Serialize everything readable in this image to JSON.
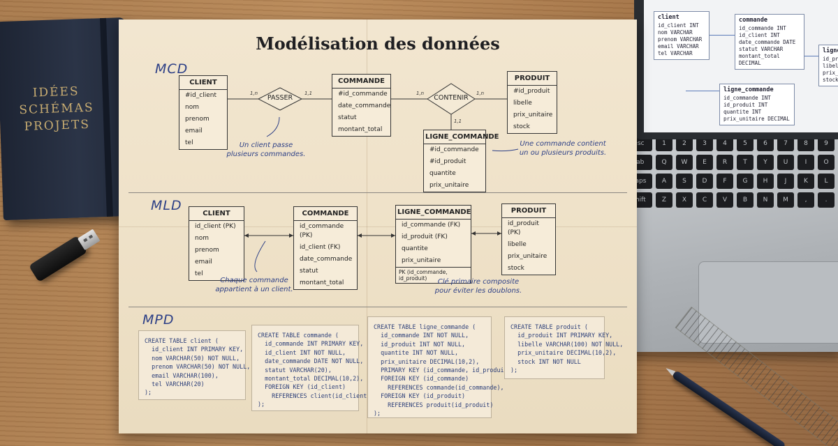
{
  "notebook": {
    "title_lines": [
      "IDÉES",
      "SCHÉMAS",
      "PROJETS"
    ]
  },
  "sheet": {
    "title": "Modélisation des données",
    "sections": {
      "mcd": "MCD",
      "mld": "MLD",
      "mpd": "MPD"
    }
  },
  "mcd": {
    "client": {
      "name": "CLIENT",
      "fields": [
        "#id_client",
        "nom",
        "prenom",
        "email",
        "tel"
      ]
    },
    "commande": {
      "name": "COMMANDE",
      "fields": [
        "#id_commande",
        "date_commande",
        "statut",
        "montant_total"
      ]
    },
    "produit": {
      "name": "PRODUIT",
      "fields": [
        "#id_produit",
        "libelle",
        "prix_unitaire",
        "stock"
      ]
    },
    "ligne": {
      "name": "LIGNE_COMMANDE",
      "fields": [
        "#id_commande",
        "#id_produit",
        "quantite",
        "prix_unitaire"
      ]
    },
    "passer": "PASSER",
    "contenir": "CONTENIR",
    "cards": {
      "c1": "1,n",
      "c2": "1,1",
      "c3": "1,n",
      "c4": "1,n",
      "c5": "1,1"
    },
    "note1": [
      "Un client passe",
      "plusieurs commandes."
    ],
    "note2": [
      "Une commande contient",
      "un ou plusieurs produits."
    ]
  },
  "mld": {
    "client": {
      "name": "CLIENT",
      "fields": [
        "id_client (PK)",
        "nom",
        "prenom",
        "email",
        "tel"
      ]
    },
    "commande": {
      "name": "COMMANDE",
      "fields": [
        "id_commande (PK)",
        "id_client (FK)",
        "date_commande",
        "statut",
        "montant_total"
      ]
    },
    "ligne": {
      "name": "LIGNE_COMMANDE",
      "fields": [
        "id_commande (FK)",
        "id_produit (FK)",
        "quantite",
        "prix_unitaire"
      ],
      "pk": "PK (id_commande, id_produit)"
    },
    "produit": {
      "name": "PRODUIT",
      "fields": [
        "id_produit (PK)",
        "libelle",
        "prix_unitaire",
        "stock"
      ]
    },
    "note1": [
      "Chaque commande",
      "appartient à un client."
    ],
    "note2": [
      "Clé primaire composite",
      "pour éviter les doublons."
    ]
  },
  "mpd": {
    "client": [
      "CREATE TABLE client (",
      "  id_client INT PRIMARY KEY,",
      "  nom VARCHAR(50) NOT NULL,",
      "  prenom VARCHAR(50) NOT NULL,",
      "  email VARCHAR(100),",
      "  tel VARCHAR(20)",
      ");"
    ],
    "commande": [
      "CREATE TABLE commande (",
      "  id_commande INT PRIMARY KEY,",
      "  id_client INT NOT NULL,",
      "  date_commande DATE NOT NULL,",
      "  statut VARCHAR(20),",
      "  montant_total DECIMAL(10,2),",
      "  FOREIGN KEY (id_client)",
      "    REFERENCES client(id_client)",
      ");"
    ],
    "ligne": [
      "CREATE TABLE ligne_commande (",
      "  id_commande INT NOT NULL,",
      "  id_produit INT NOT NULL,",
      "  quantite INT NOT NULL,",
      "  prix_unitaire DECIMAL(10,2),",
      "  PRIMARY KEY (id_commande, id_produit),",
      "  FOREIGN KEY (id_commande)",
      "    REFERENCES commande(id_commande),",
      "  FOREIGN KEY (id_produit)",
      "    REFERENCES produit(id_produit)",
      ");"
    ],
    "produit": [
      "CREATE TABLE produit (",
      "  id_produit INT PRIMARY KEY,",
      "  libelle VARCHAR(100) NOT NULL,",
      "  prix_unitaire DECIMAL(10,2),",
      "  stock INT NOT NULL",
      ");"
    ]
  },
  "laptop": {
    "screen": {
      "client": {
        "name": "client",
        "fields": [
          "id_client INT",
          "nom VARCHAR",
          "prenom VARCHAR",
          "email VARCHAR",
          "tel VARCHAR"
        ]
      },
      "commande": {
        "name": "commande",
        "fields": [
          "id_commande INT",
          "id_client INT",
          "date_commande DATE",
          "statut VARCHAR",
          "montant_total DECIMAL"
        ]
      },
      "ligne": {
        "name": "ligne_commande",
        "fields": [
          "id_commande INT",
          "id_produit INT",
          "quantite INT",
          "prix_unitaire DECIMAL"
        ]
      },
      "produit": {
        "name": "ligne_produit",
        "fields": [
          "id_produit INT",
          "libelle VARCHAR",
          "prix_unitaire",
          "stock INT"
        ]
      }
    },
    "keys": [
      [
        "esc",
        "1",
        "2",
        "3",
        "4",
        "5",
        "6",
        "7",
        "8",
        "9"
      ],
      [
        "tab",
        "Q",
        "W",
        "E",
        "R",
        "T",
        "Y",
        "U",
        "I",
        "O"
      ],
      [
        "caps",
        "A",
        "S",
        "D",
        "F",
        "G",
        "H",
        "J",
        "K",
        "L"
      ],
      [
        "shift",
        "Z",
        "X",
        "C",
        "V",
        "B",
        "N",
        "M",
        ",",
        "."
      ]
    ]
  }
}
